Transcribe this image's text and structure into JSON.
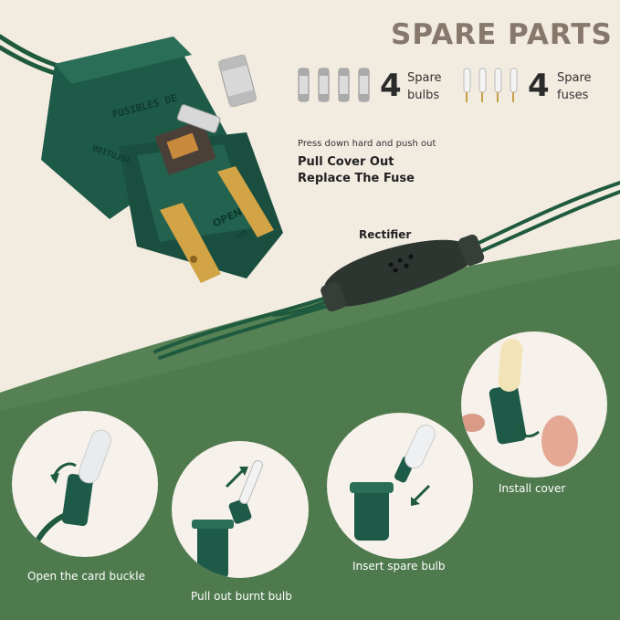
{
  "header": {
    "title": "SPARE PARTS"
  },
  "spares": [
    {
      "count": "4",
      "label_line1": "Spare",
      "label_line2": "bulbs",
      "icon": "spare-bulb-icon"
    },
    {
      "count": "4",
      "label_line1": "Spare",
      "label_line2": "fuses",
      "icon": "spare-fuse-icon"
    }
  ],
  "plug": {
    "text_top": "FUSIBLES DE",
    "text_side": "SOLUTION",
    "cover_label": "OPEN",
    "hint": "Press down hard and push out",
    "instruction_line1": "Pull Cover Out",
    "instruction_line2": "Replace The Fuse"
  },
  "rectifier": {
    "label": "Rectifier"
  },
  "steps": [
    {
      "label": "Open the card buckle"
    },
    {
      "label": "Pull out burnt bulb"
    },
    {
      "label": "Insert spare bulb"
    },
    {
      "label": "Install cover"
    }
  ],
  "colors": {
    "background_top": "#f2ebe0",
    "background_bottom": "#4f7a4e",
    "wire_green": "#1f5a3f",
    "plug_green": "#1e5a48",
    "title_gray": "#86796c",
    "brass": "#d3a445"
  }
}
